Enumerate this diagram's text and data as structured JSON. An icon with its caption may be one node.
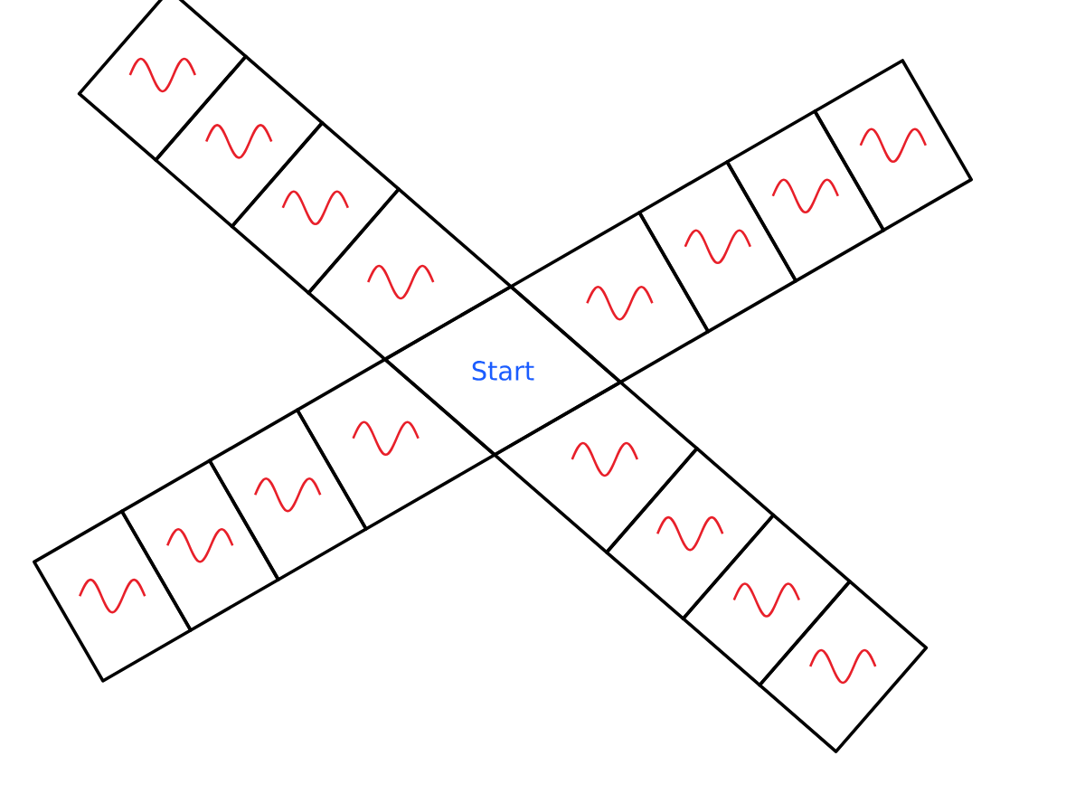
{
  "diagram": {
    "nodes": [
      {
        "text": [],
        "shape": "box"
      },
      {
        "text": [],
        "shape": "box"
      },
      {
        "text": [],
        "shape": "box"
      },
      {
        "text": [],
        "shape": "box"
      },
      {
        "text": [
          "Start"
        ]
      },
      {
        "text": [],
        "shape": "box"
      },
      {
        "text": [],
        "shape": "box"
      },
      {
        "text": [],
        "shape": "box"
      },
      {
        "text": [],
        "shape": "box"
      },
      {
        "text": [],
        "shape": "box"
      },
      {
        "text": [],
        "shape": "box"
      },
      {
        "text": [],
        "shape": "box"
      },
      {
        "text": [],
        "shape": "box"
      },
      {
        "text": [],
        "shape": "box"
      },
      {
        "text": [],
        "shape": "box"
      },
      {
        "text": [],
        "shape": "box"
      },
      {
        "text": [],
        "shape": "box"
      }
    ]
  }
}
